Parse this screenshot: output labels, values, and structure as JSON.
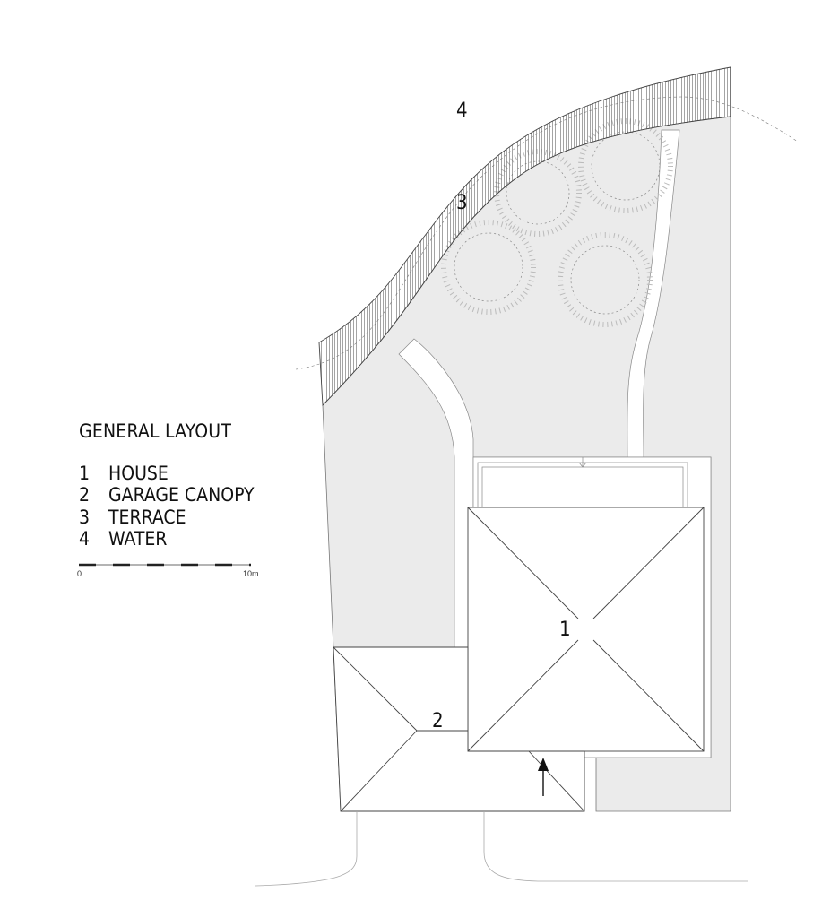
{
  "legend": {
    "title": "GENERAL LAYOUT",
    "items": [
      {
        "num": "1",
        "label": "HOUSE"
      },
      {
        "num": "2",
        "label": "GARAGE CANOPY"
      },
      {
        "num": "3",
        "label": "TERRACE"
      },
      {
        "num": "4",
        "label": "WATER"
      }
    ]
  },
  "scale_bar": {
    "start": "0",
    "end": "10m"
  },
  "plan_labels": {
    "house": "1",
    "garage": "2",
    "terrace": "3",
    "water": "4"
  },
  "colors": {
    "lawn": "#ebebeb",
    "line": "#555555",
    "background": "#ffffff"
  }
}
